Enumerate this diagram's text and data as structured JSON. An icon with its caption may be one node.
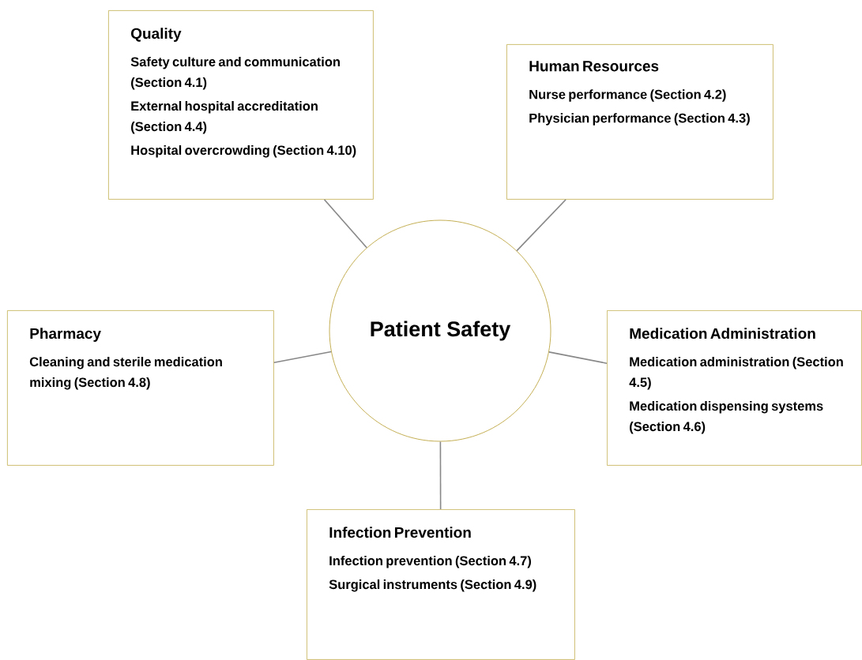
{
  "diagram": {
    "nodes": [
      {
        "text": [
          "Quality",
          "Safety culture and communication (**Section 4.1**)",
          "External hospital accreditation (**Section 4.4**)",
          "Hospital overcrowding (**Section 4.10**)"
        ]
      },
      {
        "text": [
          "Human Resources",
          "Nurse performance (**Section 4.2**)",
          "Physician performance (**Section 4.3**)"
        ]
      },
      {
        "text": [
          "Pharmacy",
          "Cleaning and sterile medication mixing (**Section 4.8**)"
        ]
      },
      {
        "text": [
          "Patient Safety"
        ]
      },
      {
        "text": [
          "Medication Administration",
          "Medication administration (**Section 4.5**)",
          "Medication dispensing systems (**Section 4.6**)"
        ]
      },
      {
        "text": [
          "Infection Prevention",
          "Infection prevention (**Section 4.7**)",
          "Surgical instruments (**Section 4.9**)"
        ]
      }
    ],
    "edges": [
      {
        "from": 3,
        "to": 0,
        "arrow": "none"
      },
      {
        "from": 3,
        "to": 1,
        "arrow": "none"
      },
      {
        "from": 3,
        "to": 2,
        "arrow": "none"
      },
      {
        "from": 3,
        "to": 4,
        "arrow": "none"
      },
      {
        "from": 3,
        "to": 5,
        "arrow": "none"
      }
    ]
  }
}
